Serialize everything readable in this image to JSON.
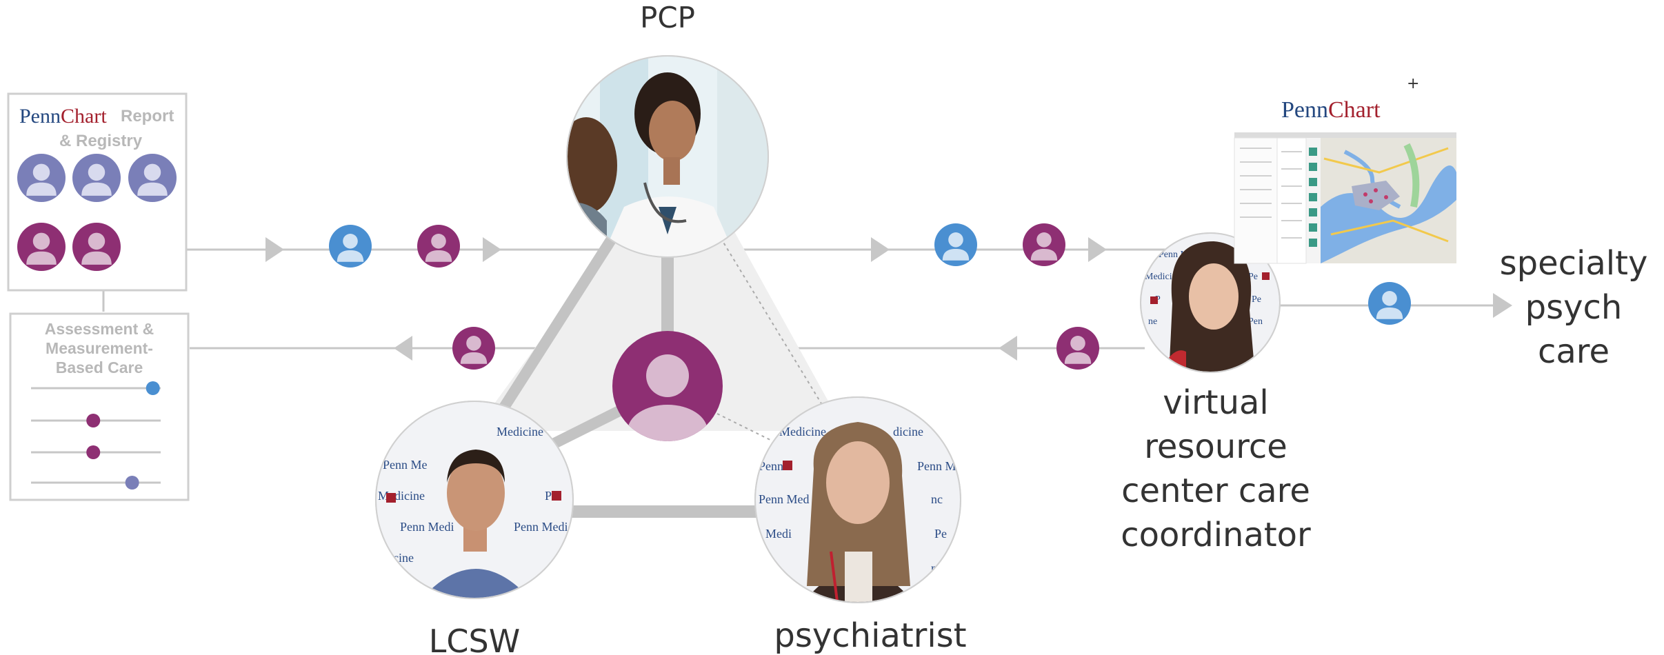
{
  "colors": {
    "purple": "#8e2f73",
    "purple_light": "#d9b9cf",
    "blue": "#4a8fd1",
    "blue_light": "#cfe2f4",
    "slate": "#7a7fb8",
    "slate_light": "#d8daee",
    "flow_gray": "#c7c7c7",
    "triangle_fill": "#efefef",
    "pennchart_blue": "#23477f",
    "pennchart_red": "#a3202d"
  },
  "roles": {
    "pcp": "PCP",
    "lcsw": "LCSW",
    "psychiatrist": "psychiatrist",
    "coordinator": [
      "virtual",
      "resource",
      "center care",
      "coordinator"
    ],
    "specialty": [
      "specialty",
      "psych",
      "care"
    ]
  },
  "registry_panel": {
    "brand_penn": "Penn",
    "brand_chart": "Chart",
    "title_line1": "Report",
    "title_line2": "& Registry"
  },
  "assessment_panel": {
    "title_lines": [
      "Assessment &",
      "Measurement-",
      "Based Care"
    ],
    "slider_levels": [
      0.94,
      0.48,
      0.48,
      0.78
    ]
  },
  "pennchart_plus": {
    "brand_penn": "Penn",
    "brand_chart": "Chart",
    "plus": "+"
  },
  "icons": {
    "person": "person-icon",
    "flow_arrow": "triangle-arrow-icon"
  }
}
